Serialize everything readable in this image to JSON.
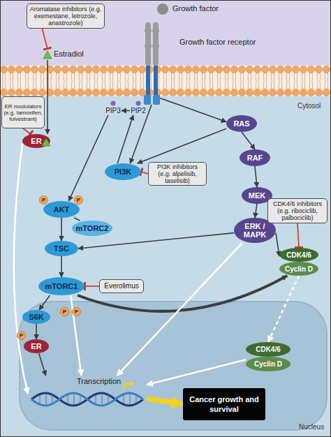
{
  "diagram": {
    "nodes": [
      {
        "text": [
          "Aromatase inhibitors (e.g. exemestane, letrozole, anastrozole)"
        ]
      },
      {
        "text": [
          "Estradiol"
        ]
      },
      {
        "text": [
          "Growth factor"
        ]
      },
      {
        "text": [
          "Growth factor receptor"
        ]
      },
      {
        "text": [
          "ER modulators (e.g. tamoxifen, fulvestrant)"
        ]
      },
      {
        "text": [
          "ER"
        ]
      },
      {
        "text": [
          "PIP3"
        ]
      },
      {
        "text": [
          "PIP2"
        ]
      },
      {
        "text": [
          "RAS"
        ]
      },
      {
        "text": [
          "PI3K"
        ]
      },
      {
        "text": [
          "PI3K inhibitors (e.g. alpelisib, taselisib)"
        ]
      },
      {
        "text": [
          "RAF"
        ]
      },
      {
        "text": [
          "MEK"
        ]
      },
      {
        "text": [
          "AKT"
        ]
      },
      {
        "text": [
          "mTORC2"
        ]
      },
      {
        "text": [
          "ERK / MAPK"
        ]
      },
      {
        "text": [
          "CDK4/6 inhibitors (e.g. ribociclib, palbociclib)"
        ]
      },
      {
        "text": [
          "TSC"
        ]
      },
      {
        "text": [
          "CDK4/6",
          "Cyclin D"
        ]
      },
      {
        "text": [
          "mTORC1"
        ]
      },
      {
        "text": [
          "Everolimus"
        ]
      },
      {
        "text": [
          "S6K"
        ]
      },
      {
        "text": [
          "ER"
        ]
      },
      {
        "text": [
          "CDK4/6",
          "Cyclin D"
        ]
      },
      {
        "text": [
          "Transcription"
        ]
      },
      {
        "text": [
          "Cancer growth and survival"
        ]
      }
    ],
    "edges": [
      {
        "from": 0,
        "to": 1,
        "arrow": "to"
      },
      {
        "from": 1,
        "to": 5,
        "arrow": "to"
      },
      {
        "from": 4,
        "to": 5,
        "arrow": "to"
      },
      {
        "from": 3,
        "to": 8,
        "arrow": "to"
      },
      {
        "from": 3,
        "to": 9,
        "arrow": "to"
      },
      {
        "from": 8,
        "to": 9,
        "arrow": "to"
      },
      {
        "from": 8,
        "to": 11,
        "arrow": "to"
      },
      {
        "from": 11,
        "to": 12,
        "arrow": "to"
      },
      {
        "from": 12,
        "to": 15,
        "arrow": "to"
      },
      {
        "from": 9,
        "to": 7,
        "arrow": "to"
      },
      {
        "from": 7,
        "to": 6,
        "arrow": "to"
      },
      {
        "from": 6,
        "to": 13,
        "arrow": "to"
      },
      {
        "from": 10,
        "to": 9,
        "arrow": "to"
      },
      {
        "from": 14,
        "to": 13,
        "arrow": "none"
      },
      {
        "from": 13,
        "to": 17,
        "arrow": "to"
      },
      {
        "from": 15,
        "to": 17,
        "arrow": "to"
      },
      {
        "from": 15,
        "to": 18,
        "arrow": "to"
      },
      {
        "from": 16,
        "to": 18,
        "arrow": "to"
      },
      {
        "from": 17,
        "to": 19,
        "arrow": "to"
      },
      {
        "from": 20,
        "to": 19,
        "arrow": "to"
      },
      {
        "from": 19,
        "to": 21,
        "arrow": "to"
      },
      {
        "from": 19,
        "to": 18,
        "arrow": "to"
      },
      {
        "from": 21,
        "to": 22,
        "arrow": "to"
      },
      {
        "from": 5,
        "to": 24,
        "arrow": "to"
      },
      {
        "from": 22,
        "to": 24,
        "arrow": "to"
      },
      {
        "from": 19,
        "to": 24,
        "arrow": "to"
      },
      {
        "from": 15,
        "to": 24,
        "arrow": "to"
      },
      {
        "from": 18,
        "to": 23,
        "arrow": "to"
      },
      {
        "from": 23,
        "to": 24,
        "arrow": "to"
      },
      {
        "from": 24,
        "to": 25,
        "arrow": "to"
      }
    ],
    "labels": [
      "Cytosol",
      "P",
      "P",
      "P",
      "P",
      "P",
      "Nucleus"
    ]
  }
}
